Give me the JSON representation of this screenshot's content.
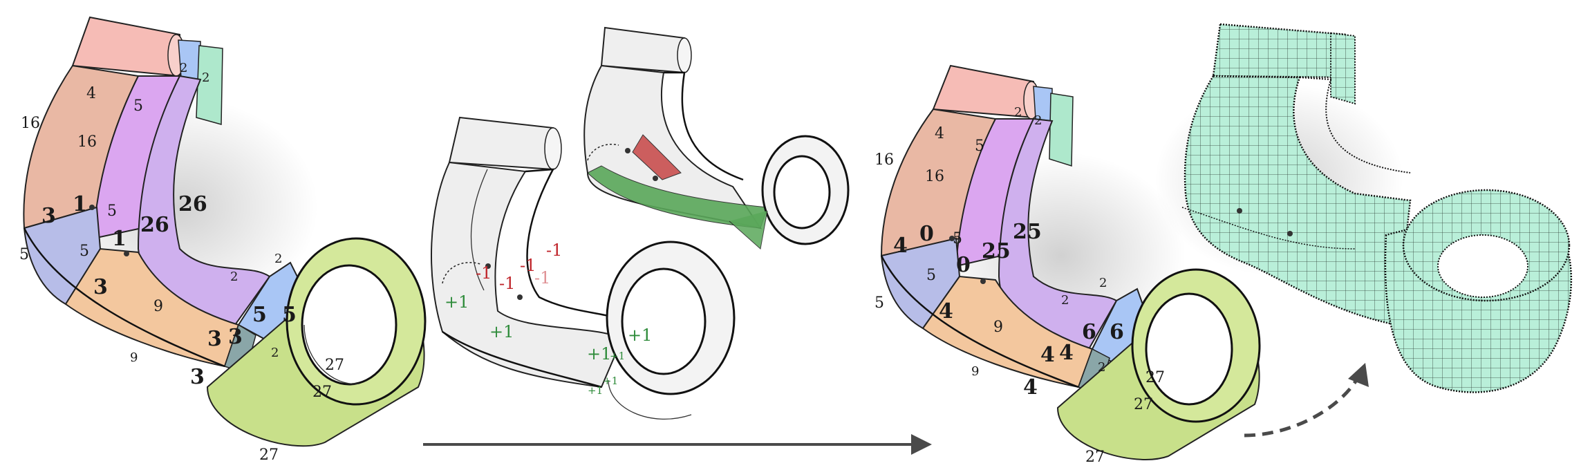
{
  "panel1": {
    "labels": {
      "l16a": "16",
      "l4": "4",
      "l5a": "5",
      "l2a": "2",
      "l2b": "2",
      "l16b": "16",
      "l3a": "3",
      "l1a": "1",
      "l5b": "5",
      "l1b": "1",
      "l26a": "26",
      "l26b": "26",
      "l5c": "5",
      "l5d": "5",
      "l3b": "3",
      "l9a": "9",
      "l2c": "2",
      "l2d": "2",
      "l3c": "3",
      "l3d": "3",
      "l5e": "5",
      "l5f": "5",
      "l9b": "9",
      "l27a": "27",
      "l27b": "27",
      "l3e": "3",
      "l27c": "27"
    }
  },
  "panel2": {
    "labels": {
      "m1a": "-1",
      "m1b": "-1",
      "m1c": "-1",
      "m1d": "-1",
      "m1e": "-1",
      "p1a": "+1",
      "p1b": "+1",
      "p1c": "+1",
      "p1d": "+1",
      "p1e": "+1",
      "p1f": "+1",
      "p1g": "+1"
    }
  },
  "panel3": {
    "labels": {
      "l16a": "16",
      "l4a": "4",
      "l5a": "5",
      "l2a": "2",
      "l2b": "2",
      "l16b": "16",
      "l4b": "4",
      "l0a": "0",
      "l5b": "5",
      "l0b": "0",
      "l25a": "25",
      "l25b": "25",
      "l5c": "5",
      "l5d": "5",
      "l4c": "4",
      "l9a": "9",
      "l2c": "2",
      "l2d": "2",
      "l4d": "4",
      "l4e": "4",
      "l6a": "6",
      "l6b": "6",
      "l9b": "9",
      "l27a": "27",
      "l27b": "27",
      "l4f": "4",
      "l27c": "27"
    }
  },
  "colors": {
    "pink": "#f6bcb6",
    "blue": "#b7bde8",
    "green": "#c8e08a",
    "purple": "#cfb0ee",
    "orange": "#f3c79e",
    "mint": "#aee8cc",
    "lightblue": "#a9c6f5",
    "red": "#c0262c",
    "grn": "#2e8b3a",
    "arrow": "#4a4a4a"
  }
}
